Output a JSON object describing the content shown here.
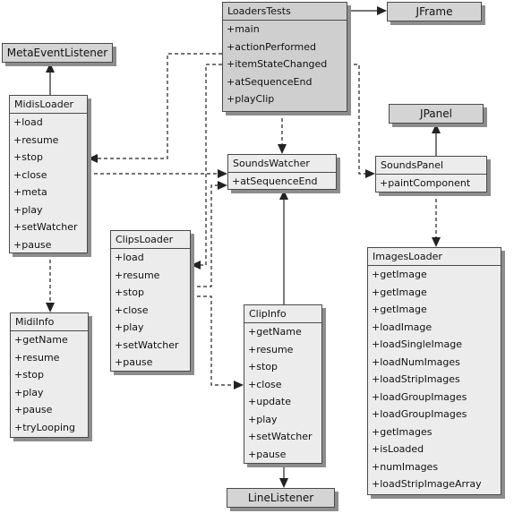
{
  "classes": {
    "loaders_tests": {
      "title": "LoadersTests",
      "items": [
        "+main",
        "+actionPerformed",
        "+itemStateChanged",
        "+atSequenceEnd",
        "+playClip"
      ]
    },
    "midis_loader": {
      "title": "MidisLoader",
      "items": [
        "+load",
        "+resume",
        "+stop",
        "+close",
        "+meta",
        "+play",
        "+setWatcher",
        "+pause"
      ]
    },
    "midi_info": {
      "title": "MidiInfo",
      "items": [
        "+getName",
        "+resume",
        "+stop",
        "+play",
        "+pause",
        "+tryLooping"
      ]
    },
    "clips_loader": {
      "title": "ClipsLoader",
      "items": [
        "+load",
        "+resume",
        "+stop",
        "+close",
        "+play",
        "+setWatcher",
        "+pause"
      ]
    },
    "clip_info": {
      "title": "ClipInfo",
      "items": [
        "+getName",
        "+resume",
        "+stop",
        "+close",
        "+update",
        "+play",
        "+setWatcher",
        "+pause"
      ]
    },
    "sounds_watcher": {
      "title": "SoundsWatcher",
      "items": [
        "+atSequenceEnd"
      ]
    },
    "sounds_panel": {
      "title": "SoundsPanel",
      "items": [
        "+paintComponent"
      ]
    },
    "images_loader": {
      "title": "ImagesLoader",
      "items": [
        "+getImage",
        "+getImage",
        "+getImage",
        "+loadImage",
        "+loadSingleImage",
        "+loadNumImages",
        "+loadStripImages",
        "+loadGroupImages",
        "+loadGroupImages",
        "+getImages",
        "+isLoaded",
        "+numImages",
        "+loadStripImageArray"
      ]
    }
  },
  "interfaces": {
    "jframe": "JFrame",
    "jpanel": "JPanel",
    "meta_event_listener": "MetaEventListener",
    "line_listener": "LineListener"
  }
}
